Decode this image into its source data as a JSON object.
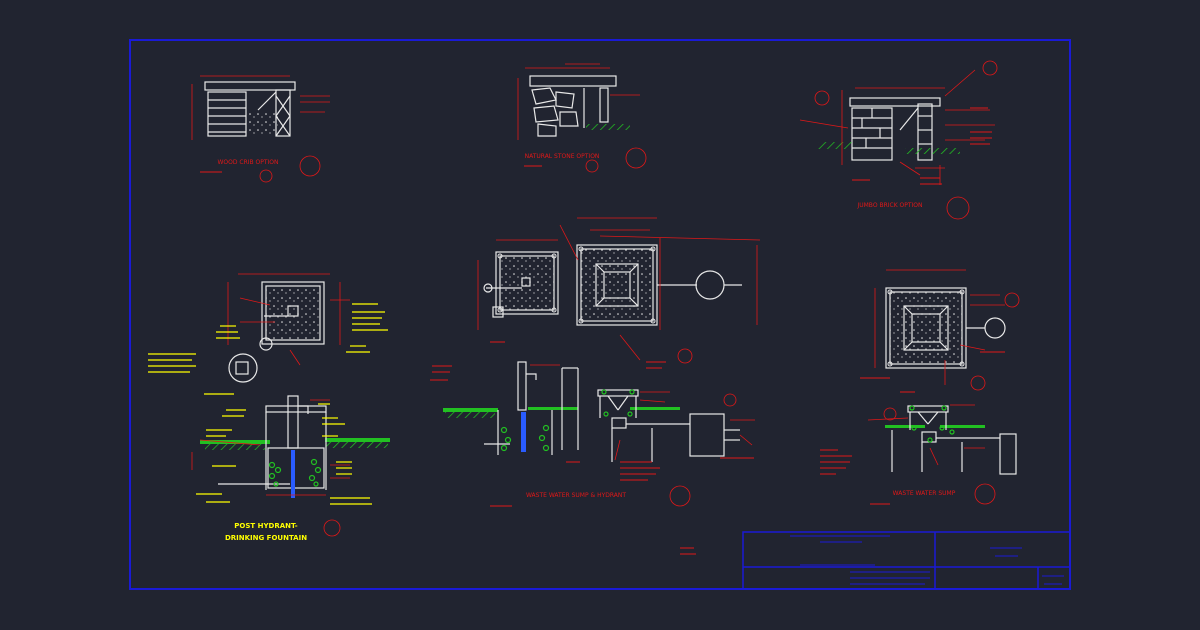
{
  "views": {
    "wood_crib": {
      "title": "WOOD CRIB OPTION"
    },
    "natural_stone": {
      "title": "NATURAL STONE OPTION"
    },
    "jumbo_brick": {
      "title": "JUMBO BRICK OPTION"
    },
    "post_hydrant": {
      "title_line1": "POST HYDRANT-",
      "title_line2": "DRINKING FOUNTAIN"
    },
    "waste_water_sump_hydrant": {
      "title": "WASTE WATER SUMP & HYDRANT"
    },
    "waste_water_sump": {
      "title": "WASTE WATER SUMP"
    }
  },
  "colors": {
    "background": "#212430",
    "border": "#1a1ad6",
    "linework": "#e8e8e8",
    "dimension": "#e01818",
    "ground": "#22c022",
    "pipe": "#2a5cff",
    "note": "#ffff00"
  }
}
